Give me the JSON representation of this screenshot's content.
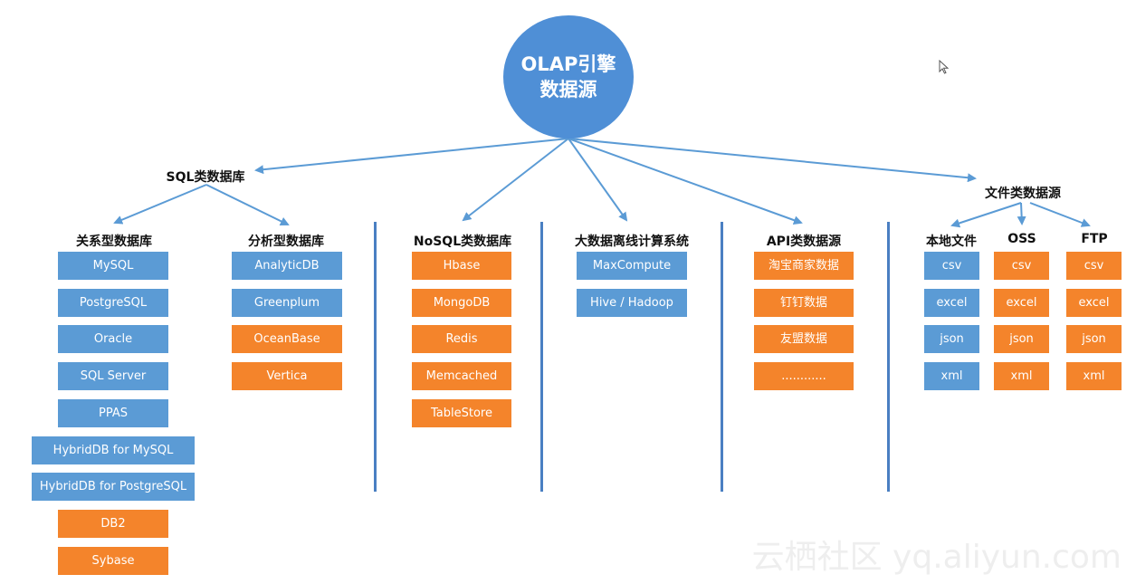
{
  "root": {
    "line1": "OLAP引擎",
    "line2": "数据源"
  },
  "categories": {
    "sql": "SQL类数据库",
    "relational": "关系型数据库",
    "analytical": "分析型数据库",
    "nosql": "NoSQL类数据库",
    "bigdata": "大数据离线计算系统",
    "api": "API类数据源",
    "file": "文件类数据源",
    "local": "本地文件",
    "oss": "OSS",
    "ftp": "FTP"
  },
  "lists": {
    "relational": [
      {
        "label": "MySQL",
        "color": "blue"
      },
      {
        "label": "PostgreSQL",
        "color": "blue"
      },
      {
        "label": "Oracle",
        "color": "blue"
      },
      {
        "label": "SQL Server",
        "color": "blue"
      },
      {
        "label": "PPAS",
        "color": "blue"
      },
      {
        "label": "HybridDB for MySQL",
        "color": "blue"
      },
      {
        "label": "HybridDB for PostgreSQL",
        "color": "blue"
      },
      {
        "label": "DB2",
        "color": "orange"
      },
      {
        "label": "Sybase",
        "color": "orange"
      }
    ],
    "analytical": [
      {
        "label": "AnalyticDB",
        "color": "blue"
      },
      {
        "label": "Greenplum",
        "color": "blue"
      },
      {
        "label": "OceanBase",
        "color": "orange"
      },
      {
        "label": "Vertica",
        "color": "orange"
      }
    ],
    "nosql": [
      {
        "label": "Hbase",
        "color": "orange"
      },
      {
        "label": "MongoDB",
        "color": "orange"
      },
      {
        "label": "Redis",
        "color": "orange"
      },
      {
        "label": "Memcached",
        "color": "orange"
      },
      {
        "label": "TableStore",
        "color": "orange"
      }
    ],
    "bigdata": [
      {
        "label": "MaxCompute",
        "color": "blue"
      },
      {
        "label": "Hive / Hadoop",
        "color": "blue"
      }
    ],
    "api": [
      {
        "label": "淘宝商家数据",
        "color": "orange"
      },
      {
        "label": "钉钉数据",
        "color": "orange"
      },
      {
        "label": "友盟数据",
        "color": "orange"
      },
      {
        "label": "............",
        "color": "orange"
      }
    ],
    "local": [
      {
        "label": "csv",
        "color": "blue"
      },
      {
        "label": "excel",
        "color": "blue"
      },
      {
        "label": "json",
        "color": "blue"
      },
      {
        "label": "xml",
        "color": "blue"
      }
    ],
    "oss": [
      {
        "label": "csv",
        "color": "orange"
      },
      {
        "label": "excel",
        "color": "orange"
      },
      {
        "label": "json",
        "color": "orange"
      },
      {
        "label": "xml",
        "color": "orange"
      }
    ],
    "ftp": [
      {
        "label": "csv",
        "color": "orange"
      },
      {
        "label": "excel",
        "color": "orange"
      },
      {
        "label": "json",
        "color": "orange"
      },
      {
        "label": "xml",
        "color": "orange"
      }
    ]
  },
  "colors": {
    "blue": "#5b9bd5",
    "orange": "#f4842b",
    "root": "#4f8fd6"
  },
  "icons": {
    "cursor": "mouse-pointer-icon"
  },
  "watermark": "云栖社区 yq.aliyun.com"
}
